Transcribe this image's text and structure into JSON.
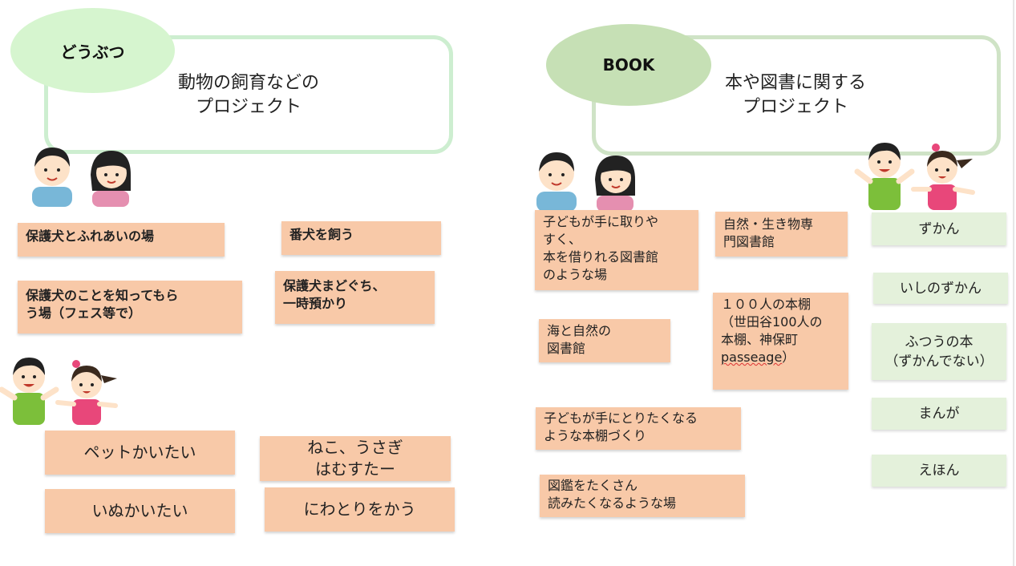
{
  "left": {
    "badge": "どうぶつ",
    "title": "動物の飼育などの\nプロジェクト",
    "notes": [
      "保護犬とふれあいの場",
      "番犬を飼う",
      "保護犬のことを知ってもら\nう場（フェス等で）",
      "保護犬まどぐち、\n一時預かり",
      "ペットかいたい",
      "ねこ、うさぎ\nはむすたー",
      "いぬかいたい",
      "にわとりをかう"
    ]
  },
  "right": {
    "badge": "BOOK",
    "title": "本や図書に関する\nプロジェクト",
    "notes": [
      "子どもが手に取りや\nすく、\n本を借りれる図書館\nのような場",
      "自然・生き物専\n門図書館",
      "海と自然の\n図書館",
      "１００人の本棚\n（世田谷100人の\n本棚、神保町\n",
      "passeage",
      "）",
      "子どもが手にとりたくなる\nような本棚づくり",
      "図鑑をたくさん\n読みたくなるような場"
    ],
    "green_notes": [
      "ずかん",
      "いしのずかん",
      "ふつうの本\n（ずかんでない）",
      "まんが",
      "えほん"
    ]
  },
  "colors": {
    "note": "#f8c9a8",
    "green_note": "#e4f1db",
    "oval_left": "#d6f5cf",
    "oval_right": "#c6e0b5"
  }
}
